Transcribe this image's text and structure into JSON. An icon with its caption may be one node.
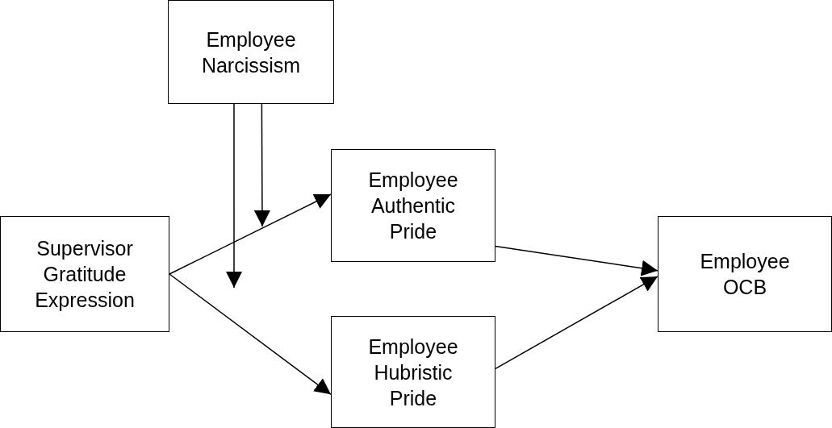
{
  "diagram": {
    "nodes": [
      {
        "text": [
          "Employee Narcissism"
        ]
      },
      {
        "text": [
          "Supervisor Gratitude Expression"
        ]
      },
      {
        "text": [
          "Employee Authentic Pride"
        ]
      },
      {
        "text": [
          "Employee Hubristic Pride"
        ]
      },
      {
        "text": [
          "Employee OCB"
        ]
      }
    ],
    "edges": [
      {
        "from": 1,
        "to": 2,
        "arrow": "to"
      },
      {
        "from": 1,
        "to": 3,
        "arrow": "to"
      },
      {
        "from": 2,
        "to": 4,
        "arrow": "to"
      },
      {
        "from": 3,
        "to": 4,
        "arrow": "to"
      },
      {
        "from": 0,
        "to": null,
        "arrow": "to"
      },
      {
        "from": 0,
        "to": null,
        "arrow": "to"
      }
    ]
  }
}
